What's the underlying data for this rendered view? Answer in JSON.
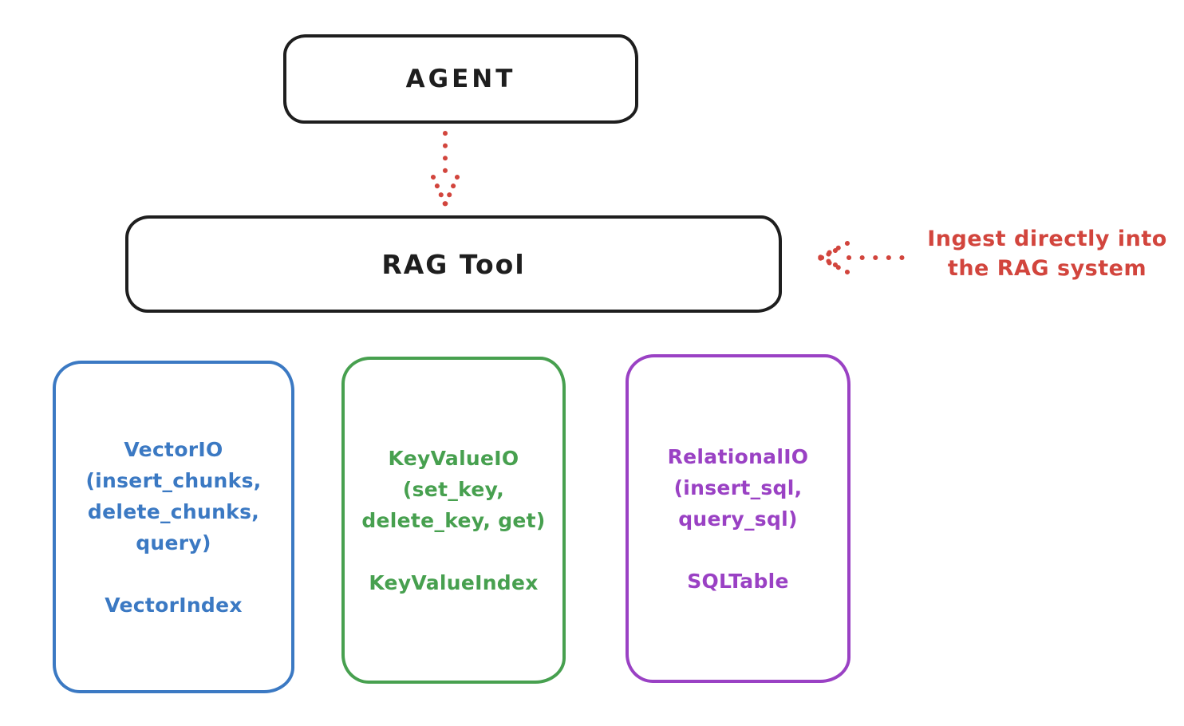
{
  "colors": {
    "ink": "#1e1e1e",
    "red": "#d2453d",
    "blue": "#3b79c3",
    "green": "#47a04f",
    "purple": "#9a41c4",
    "bg": "#ffffff"
  },
  "agent": {
    "label": "AGENT"
  },
  "rag_tool": {
    "label": "RAG Tool"
  },
  "annotation": {
    "line1": "Ingest directly into",
    "line2": "the RAG system"
  },
  "stores": {
    "vector": {
      "io_lines": [
        "VectorIO",
        "(insert_chunks,",
        "delete_chunks,",
        "query)"
      ],
      "index": "VectorIndex"
    },
    "keyvalue": {
      "io_lines": [
        "KeyValueIO",
        "(set_key,",
        "delete_key, get)"
      ],
      "index": "KeyValueIndex"
    },
    "relational": {
      "io_lines": [
        "RelationalIO",
        "(insert_sql,",
        "query_sql)"
      ],
      "index": "SQLTable"
    }
  }
}
